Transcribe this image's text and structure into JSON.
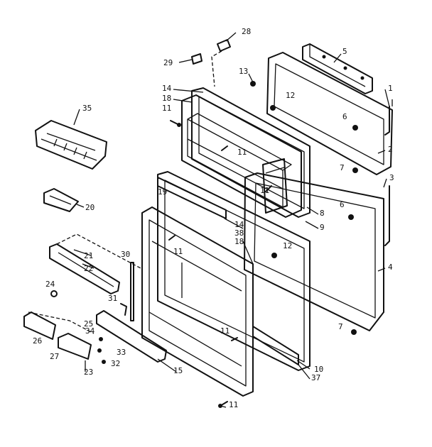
{
  "parts": [
    {
      "id": "p1",
      "label": "1"
    },
    {
      "id": "p2",
      "label": "2"
    },
    {
      "id": "p3",
      "label": "3"
    },
    {
      "id": "p4",
      "label": "4"
    },
    {
      "id": "p5",
      "label": "5"
    },
    {
      "id": "p6a",
      "label": "6"
    },
    {
      "id": "p6b",
      "label": "6"
    },
    {
      "id": "p7a",
      "label": "7"
    },
    {
      "id": "p7b",
      "label": "7"
    },
    {
      "id": "p8",
      "label": "8"
    },
    {
      "id": "p9",
      "label": "9"
    },
    {
      "id": "p10",
      "label": "10"
    },
    {
      "id": "p11a",
      "label": "11"
    },
    {
      "id": "p11b",
      "label": "11"
    },
    {
      "id": "p11c",
      "label": "11"
    },
    {
      "id": "p11d",
      "label": "11"
    },
    {
      "id": "p11e",
      "label": "11"
    },
    {
      "id": "p11f",
      "label": "11"
    },
    {
      "id": "p12a",
      "label": "12"
    },
    {
      "id": "p12b",
      "label": "12"
    },
    {
      "id": "p13",
      "label": "13"
    },
    {
      "id": "p14a",
      "label": "14"
    },
    {
      "id": "p14b",
      "label": "14"
    },
    {
      "id": "p15",
      "label": "15"
    },
    {
      "id": "p18a",
      "label": "18"
    },
    {
      "id": "p18b",
      "label": "18"
    },
    {
      "id": "p19",
      "label": "19"
    },
    {
      "id": "p20",
      "label": "20"
    },
    {
      "id": "p21",
      "label": "21"
    },
    {
      "id": "p22",
      "label": "22"
    },
    {
      "id": "p23",
      "label": "23"
    },
    {
      "id": "p24",
      "label": "24"
    },
    {
      "id": "p25",
      "label": "25"
    },
    {
      "id": "p26",
      "label": "26"
    },
    {
      "id": "p27",
      "label": "27"
    },
    {
      "id": "p28",
      "label": "28"
    },
    {
      "id": "p29",
      "label": "29"
    },
    {
      "id": "p30",
      "label": "30"
    },
    {
      "id": "p31",
      "label": "31"
    },
    {
      "id": "p32",
      "label": "32"
    },
    {
      "id": "p33",
      "label": "33"
    },
    {
      "id": "p34",
      "label": "34"
    },
    {
      "id": "p35",
      "label": "35"
    },
    {
      "id": "p37",
      "label": "37"
    },
    {
      "id": "p38",
      "label": "38"
    }
  ]
}
